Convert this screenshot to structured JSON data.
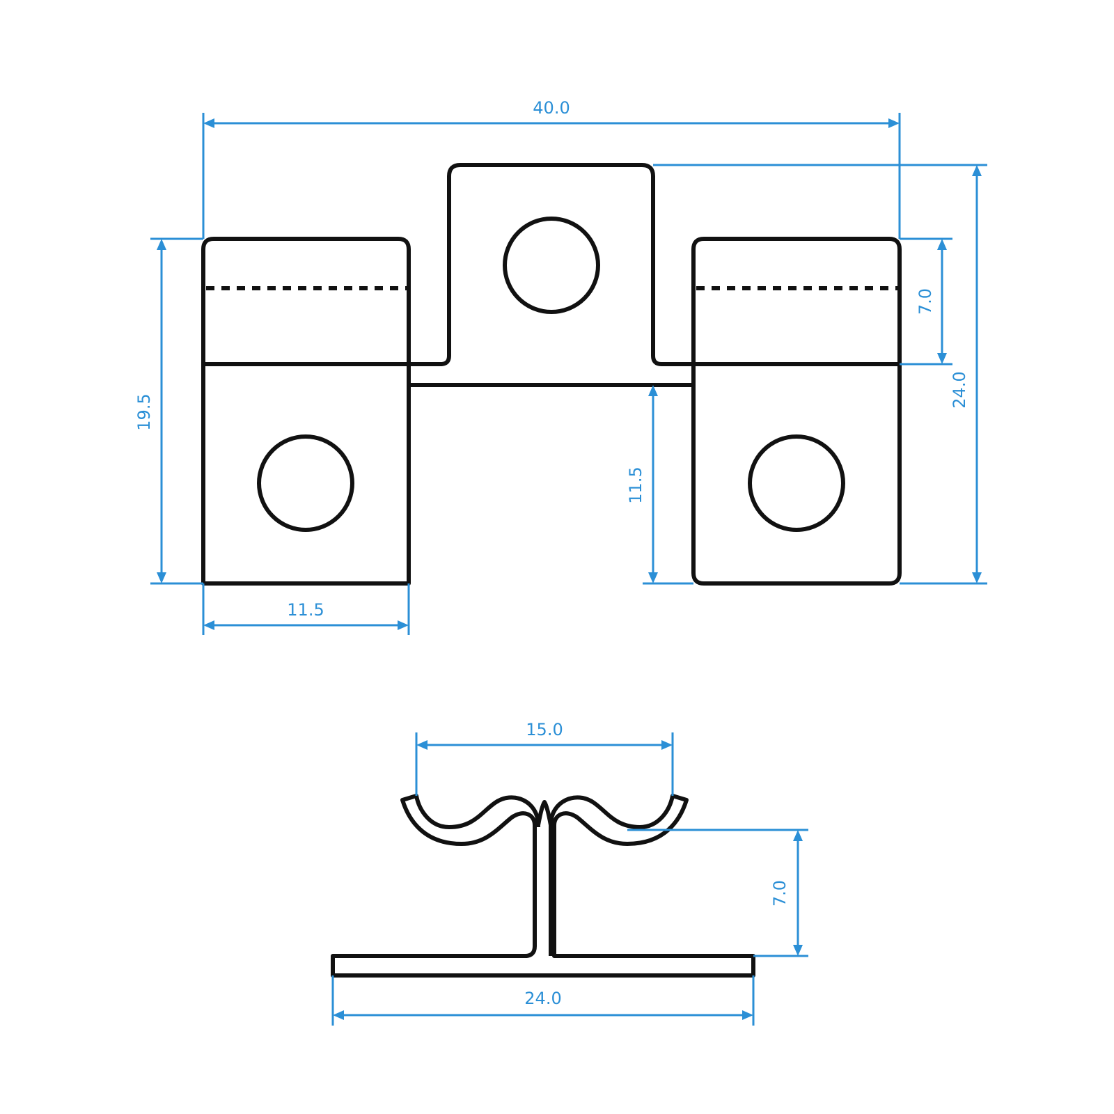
{
  "colors": {
    "outline": "#111111",
    "dimension": "#2b8fd6",
    "background": "#ffffff"
  },
  "dimensions": {
    "overall_width": "40.0",
    "overall_height": "24.0",
    "left_tab_height": "19.5",
    "left_tab_width": "11.5",
    "fold_depth": "7.0",
    "bridge_clearance": "11.5",
    "clip_span": "15.0",
    "stem_height": "7.0",
    "base_width": "24.0"
  }
}
